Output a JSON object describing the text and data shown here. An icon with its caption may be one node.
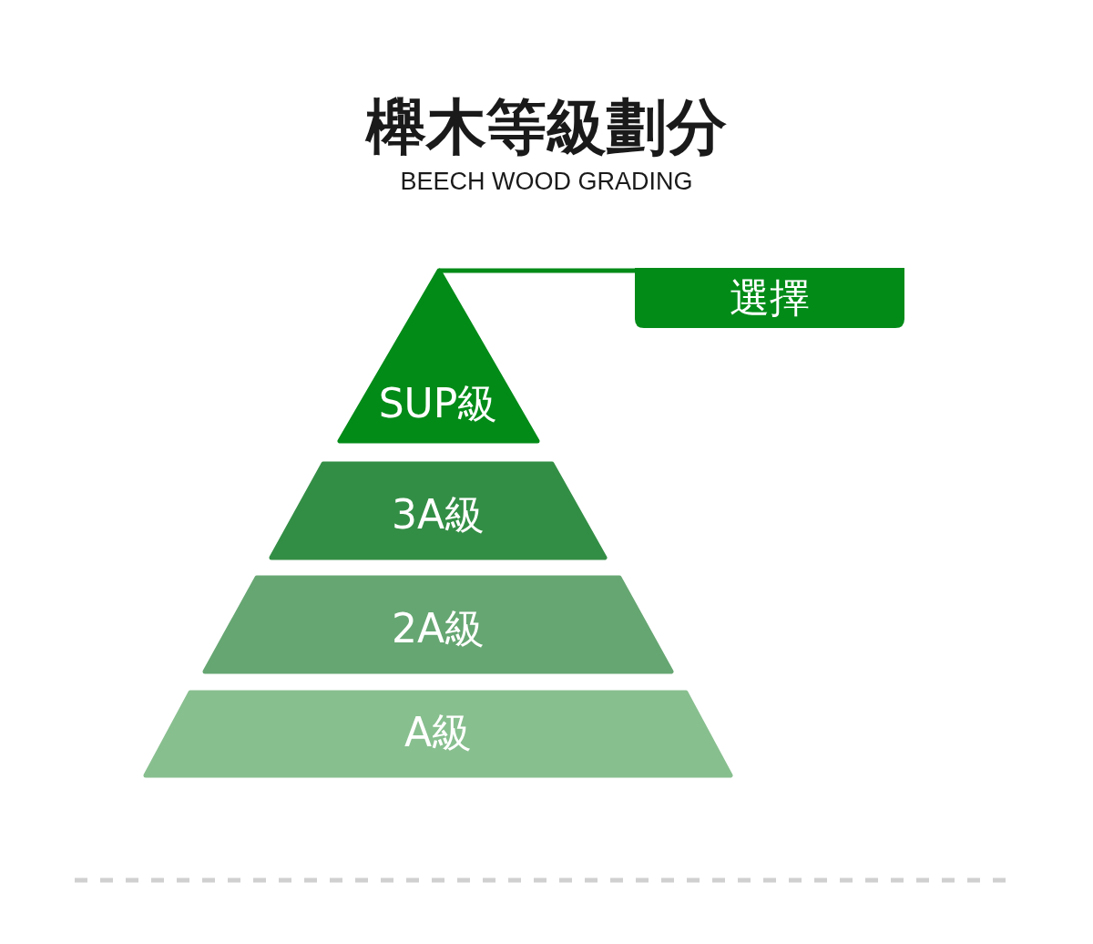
{
  "diagram": {
    "title": "櫸木等級劃分",
    "nodes": [
      {
        "text": [
          "SUP級"
        ]
      },
      {
        "text": [
          "3A級"
        ]
      },
      {
        "text": [
          "2A級"
        ]
      },
      {
        "text": [
          "A級"
        ]
      },
      {
        "text": [
          "選擇"
        ]
      }
    ],
    "edges": [
      {
        "from": 0,
        "to": 4,
        "arrow": "none"
      }
    ],
    "labels": [
      "BEECH WOOD GRADING"
    ]
  }
}
